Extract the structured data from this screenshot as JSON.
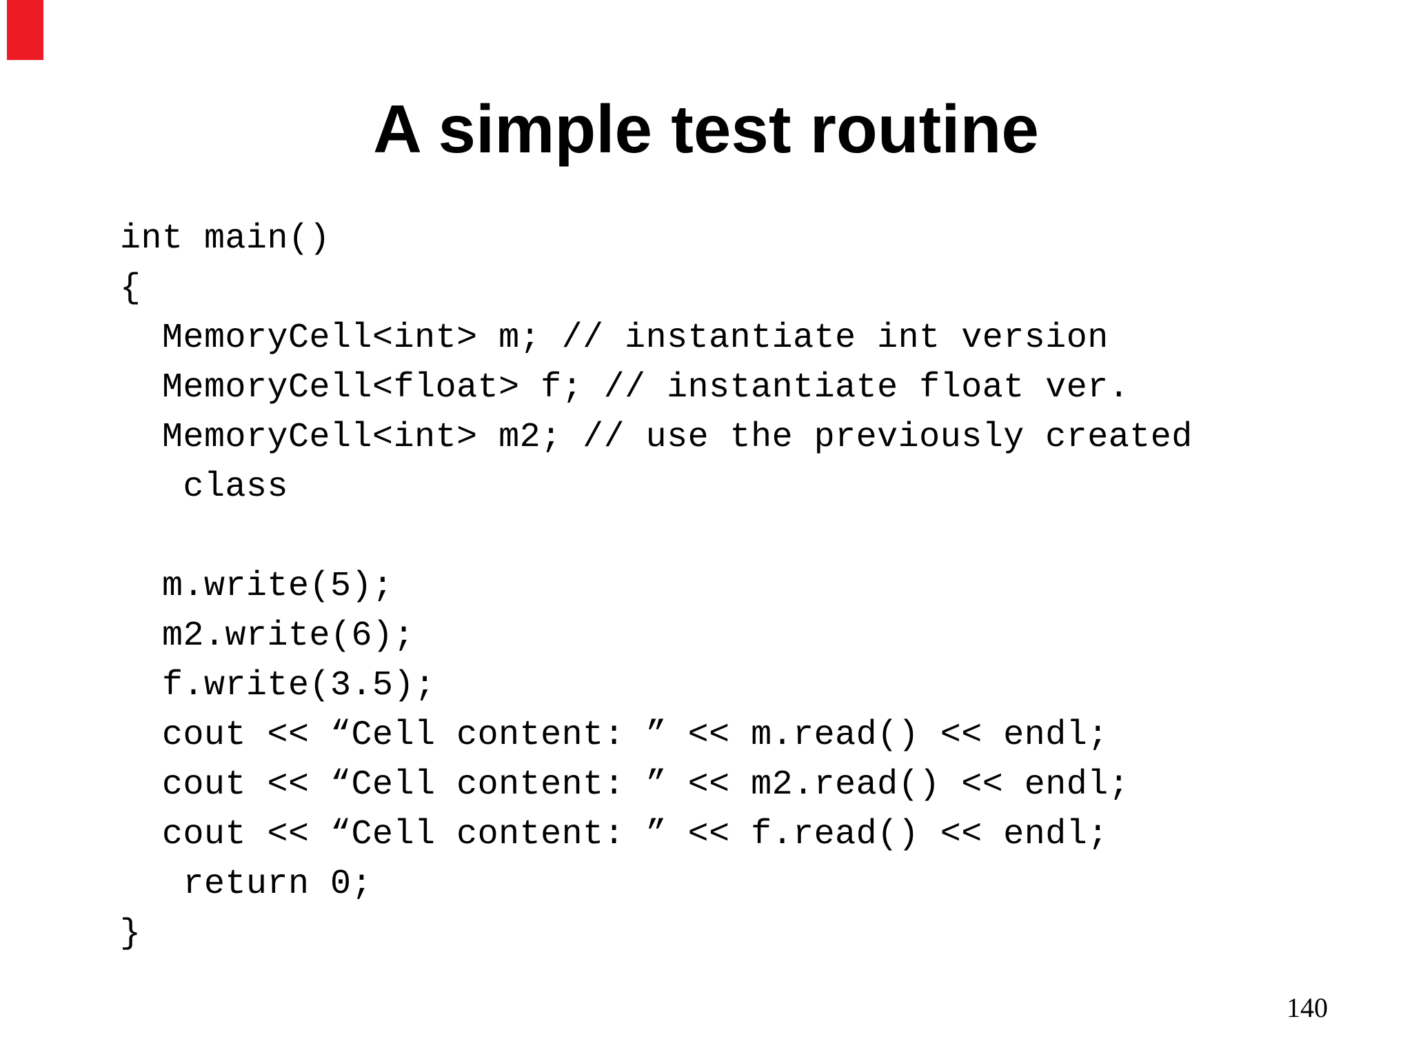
{
  "slide": {
    "title": "A simple test routine",
    "code_lines": [
      "int main()",
      "{",
      "  MemoryCell<int> m; // instantiate int version",
      "  MemoryCell<float> f; // instantiate float ver.",
      "  MemoryCell<int> m2; // use the previously created",
      "   class",
      "",
      "  m.write(5);",
      "  m2.write(6);",
      "  f.write(3.5);",
      "  cout << “Cell content: ” << m.read() << endl;",
      "  cout << “Cell content: ” << m2.read() << endl;",
      "  cout << “Cell content: ” << f.read() << endl;",
      "   return 0;",
      "}"
    ],
    "page_number": "140"
  },
  "colors": {
    "background": "#ffffff",
    "text": "#000000",
    "corner_mark_red": "#ed1c24"
  }
}
